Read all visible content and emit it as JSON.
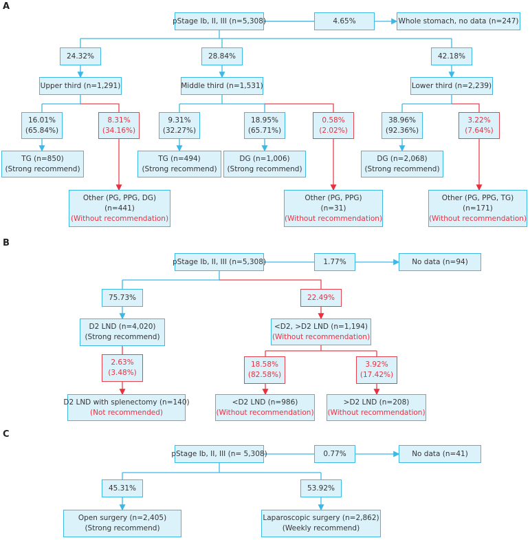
{
  "panels": {
    "a": {
      "label": "A",
      "root": "pStage Ib, II, III (n=5,308)",
      "nodata_pct": "4.65%",
      "nodata": "Whole stomach, no data (n=247)",
      "upper_pct": "24.32%",
      "middle_pct": "28.84%",
      "lower_pct": "42.18%",
      "upper": "Upper third (n=1,291)",
      "middle": "Middle third (n=1,531)",
      "lower": "Lower third (n=2,239)",
      "u_tg_pct": [
        "16.01%",
        "(65.84%)"
      ],
      "u_oth_pct": [
        "8.31%",
        "(34.16%)"
      ],
      "m_tg_pct": [
        "9.31%",
        "(32.27%)"
      ],
      "m_dg_pct": [
        "18.95%",
        "(65.71%)"
      ],
      "m_oth_pct": [
        "0.58%",
        "(2.02%)"
      ],
      "l_dg_pct": [
        "38.96%",
        "(92.36%)"
      ],
      "l_oth_pct": [
        "3.22%",
        "(7.64%)"
      ],
      "u_tg": [
        "TG (n=850)",
        "(Strong recommend)"
      ],
      "m_tg": [
        "TG (n=494)",
        "(Strong recommend)"
      ],
      "m_dg": [
        "DG (n=1,006)",
        "(Strong recommend)"
      ],
      "l_dg": [
        "DG (n=2,068)",
        "(Strong recommend)"
      ],
      "u_oth": [
        "Other (PG, PPG, DG)",
        "(n=441)",
        "(Without recommendation)"
      ],
      "m_oth": [
        "Other (PG, PPG)",
        "(n=31)",
        "(Without recommendation)"
      ],
      "l_oth": [
        "Other (PG, PPG, TG)",
        "(n=171)",
        "(Without recommendation)"
      ]
    },
    "b": {
      "label": "B",
      "root": "pStage Ib, II, III (n=5,308)",
      "nodata_pct": "1.77%",
      "nodata": "No data (n=94)",
      "d2_pct": "75.73%",
      "other_pct": "22.49%",
      "d2": [
        "D2 LND (n=4,020)",
        "(Strong recommend)"
      ],
      "other": [
        "<D2, >D2 LND (n=1,194)",
        "(Without recommendation)"
      ],
      "spl_pct": [
        "2.63%",
        "(3.48%)"
      ],
      "lt_pct": [
        "18.58%",
        "(82.58%)"
      ],
      "gt_pct": [
        "3.92%",
        "(17.42%)"
      ],
      "spl": [
        "D2 LND with splenectomy (n=140)",
        "(Not recommended)"
      ],
      "lt": [
        "<D2 LND (n=986)",
        "(Without recommendation)"
      ],
      "gt": [
        ">D2 LND (n=208)",
        "(Without recommendation)"
      ]
    },
    "c": {
      "label": "C",
      "root": "pStage Ib, II, III (n= 5,308)",
      "nodata_pct": "0.77%",
      "nodata": "No data (n=41)",
      "open_pct": "45.31%",
      "lap_pct": "53.92%",
      "open": [
        "Open surgery (n=2,405)",
        "(Strong recommend)"
      ],
      "lap": [
        "Laparoscopic surgery (n=2,862)",
        "(Weekly recommend)"
      ]
    }
  },
  "colors": {
    "blue": "#3cb8e6",
    "red": "#e8303f",
    "fill": "#dcf2fb"
  }
}
